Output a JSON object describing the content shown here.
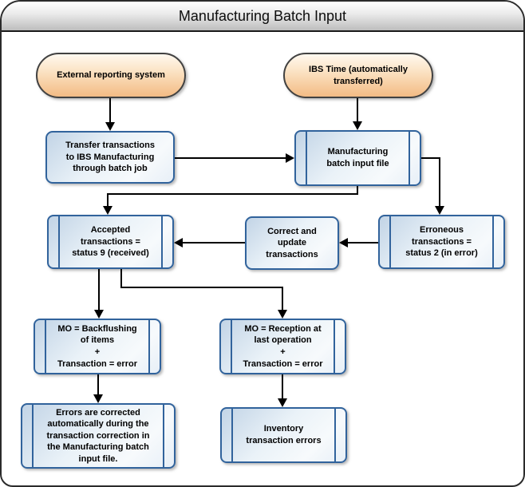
{
  "window": {
    "title": "Manufacturing Batch Input"
  },
  "colors": {
    "terminator_border": "#414141",
    "terminator_fill_top": "#fff9f0",
    "terminator_fill_bottom": "#f3bb84",
    "process_border": "#31639c",
    "process_fill_dark": "#c2d4e6",
    "process_fill_light": "#f7fafc",
    "connector": "#000000",
    "titlebar_top": "#ffffff",
    "titlebar_bottom": "#bdbdbd",
    "outer_border": "#2b2b2b",
    "text": "#000000"
  },
  "nodes": {
    "external": {
      "type": "terminator",
      "label": [
        "External reporting system"
      ]
    },
    "ibs_time": {
      "type": "terminator",
      "label": [
        "IBS Time (automatically",
        "transferred)"
      ]
    },
    "transfer": {
      "type": "process",
      "label": [
        "Transfer transactions",
        "to IBS Manufacturing",
        "through batch job"
      ]
    },
    "mbif": {
      "type": "predefined-process",
      "label": [
        "Manufacturing",
        "batch input file"
      ]
    },
    "accepted": {
      "type": "predefined-process",
      "label": [
        "Accepted",
        "transactions =",
        "status 9 (received)"
      ]
    },
    "correct": {
      "type": "process",
      "label": [
        "Correct and",
        "update",
        "transactions"
      ]
    },
    "erroneous": {
      "type": "predefined-process",
      "label": [
        "Erroneous",
        "transactions =",
        "status 2 (in error)"
      ]
    },
    "mo_backflushing": {
      "type": "predefined-process",
      "label": [
        "MO = Backflushing",
        "of items",
        "+",
        "Transaction = error"
      ]
    },
    "mo_reception": {
      "type": "predefined-process",
      "label": [
        "MO = Reception at",
        "last operation",
        "+",
        "Transaction = error"
      ]
    },
    "errors_corrected": {
      "type": "predefined-process",
      "label": [
        "Errors are corrected",
        "automatically during the",
        "transaction correction in",
        "the Manufacturing batch",
        "input file."
      ]
    },
    "inventory_errors": {
      "type": "predefined-process",
      "label": [
        "Inventory",
        "transaction errors"
      ]
    }
  },
  "edges": [
    {
      "from": "external",
      "to": "transfer"
    },
    {
      "from": "ibs_time",
      "to": "mbif"
    },
    {
      "from": "transfer",
      "to": "mbif"
    },
    {
      "from": "mbif",
      "to": "accepted"
    },
    {
      "from": "mbif",
      "to": "erroneous"
    },
    {
      "from": "erroneous",
      "to": "correct"
    },
    {
      "from": "correct",
      "to": "accepted"
    },
    {
      "from": "accepted",
      "to": "mo_backflushing"
    },
    {
      "from": "accepted",
      "to": "mo_reception"
    },
    {
      "from": "mo_backflushing",
      "to": "errors_corrected"
    },
    {
      "from": "mo_reception",
      "to": "inventory_errors"
    }
  ]
}
